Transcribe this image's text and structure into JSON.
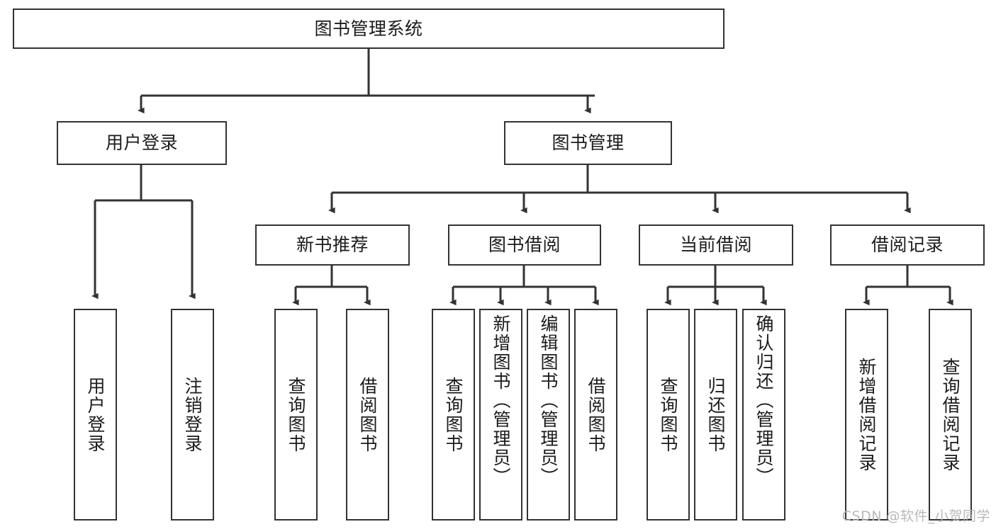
{
  "diagram": {
    "title_node": {
      "id": "root",
      "label": "图书管理系统"
    },
    "level2": [
      {
        "id": "user-login",
        "label": "用户登录"
      },
      {
        "id": "book-management",
        "label": "图书管理"
      }
    ],
    "level3": [
      {
        "id": "new-book-recommend",
        "label": "新书推荐"
      },
      {
        "id": "book-borrow",
        "label": "图书借阅"
      },
      {
        "id": "current-borrow",
        "label": "当前借阅"
      },
      {
        "id": "borrow-record",
        "label": "借阅记录"
      }
    ],
    "leaves": [
      {
        "id": "leaf-user-login",
        "label": "用户登录",
        "parent": "user-login"
      },
      {
        "id": "leaf-logout-login",
        "label": "注销登录",
        "parent": "user-login"
      },
      {
        "id": "leaf-query-book-1",
        "label": "查询图书",
        "parent": "new-book-recommend"
      },
      {
        "id": "leaf-borrow-book-1",
        "label": "借阅图书",
        "parent": "new-book-recommend"
      },
      {
        "id": "leaf-query-book-2",
        "label": "查询图书",
        "parent": "book-borrow"
      },
      {
        "id": "leaf-add-book-admin",
        "label": "新增图书（管理员）",
        "parent": "book-borrow"
      },
      {
        "id": "leaf-edit-book-admin",
        "label": "编辑图书（管理员）",
        "parent": "book-borrow"
      },
      {
        "id": "leaf-borrow-book-2",
        "label": "借阅图书",
        "parent": "book-borrow"
      },
      {
        "id": "leaf-query-book-3",
        "label": "查询图书",
        "parent": "current-borrow"
      },
      {
        "id": "leaf-return-book",
        "label": "归还图书",
        "parent": "current-borrow"
      },
      {
        "id": "leaf-confirm-return-admin",
        "label": "确认归还（管理员）",
        "parent": "current-borrow"
      },
      {
        "id": "leaf-add-borrow-record",
        "label": "新增借阅记录",
        "parent": "borrow-record"
      },
      {
        "id": "leaf-query-borrow-record",
        "label": "查询借阅记录",
        "parent": "borrow-record"
      }
    ]
  },
  "watermark": {
    "text": "CSDN @软件_小贺同学"
  },
  "colors": {
    "stroke": "#333333",
    "text": "#1b1b1b",
    "background": "#ffffff",
    "watermark": "#b9b9b9"
  }
}
